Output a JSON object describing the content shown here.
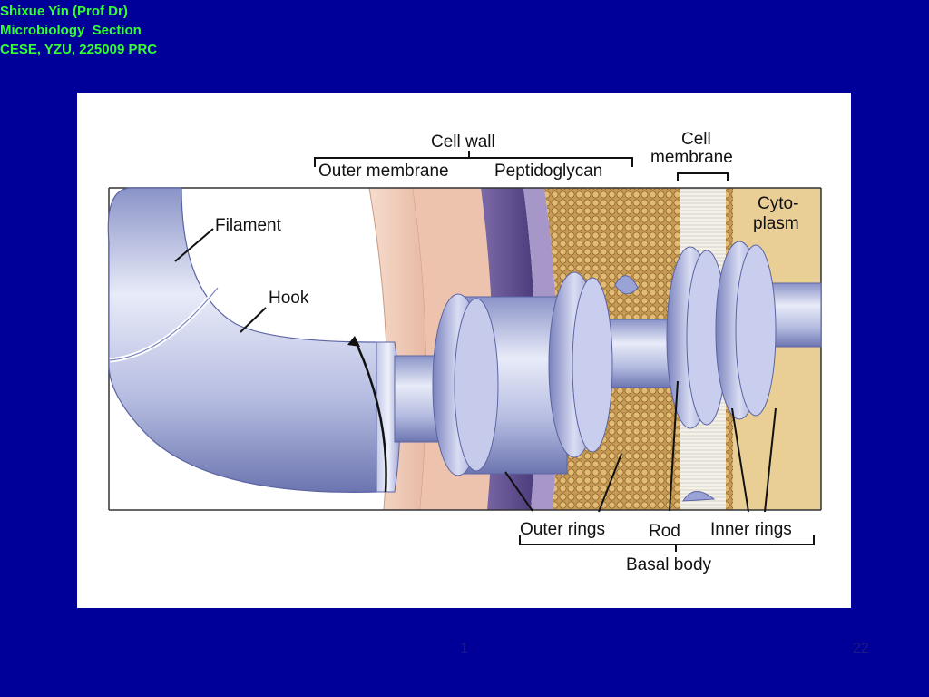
{
  "header": {
    "line1": "Shixue Yin (Prof Dr)",
    "line2": "Microbiology  Section",
    "line3": "CESE, YZU, 225009 PRC"
  },
  "diagram": {
    "labels": {
      "cell_wall": "Cell wall",
      "outer_membrane": "Outer membrane",
      "peptidoglycan": "Peptidoglycan",
      "cell_membrane_1": "Cell",
      "cell_membrane_2": "membrane",
      "cytoplasm_1": "Cyto-",
      "cytoplasm_2": "plasm",
      "filament": "Filament",
      "hook": "Hook",
      "outer_rings": "Outer rings",
      "rod": "Rod",
      "inner_rings": "Inner rings",
      "basal_body": "Basal body"
    }
  },
  "footer": {
    "page_center": "1",
    "page_right": "22"
  },
  "colors": {
    "background": "#000099",
    "header_text": "#33ff33"
  }
}
